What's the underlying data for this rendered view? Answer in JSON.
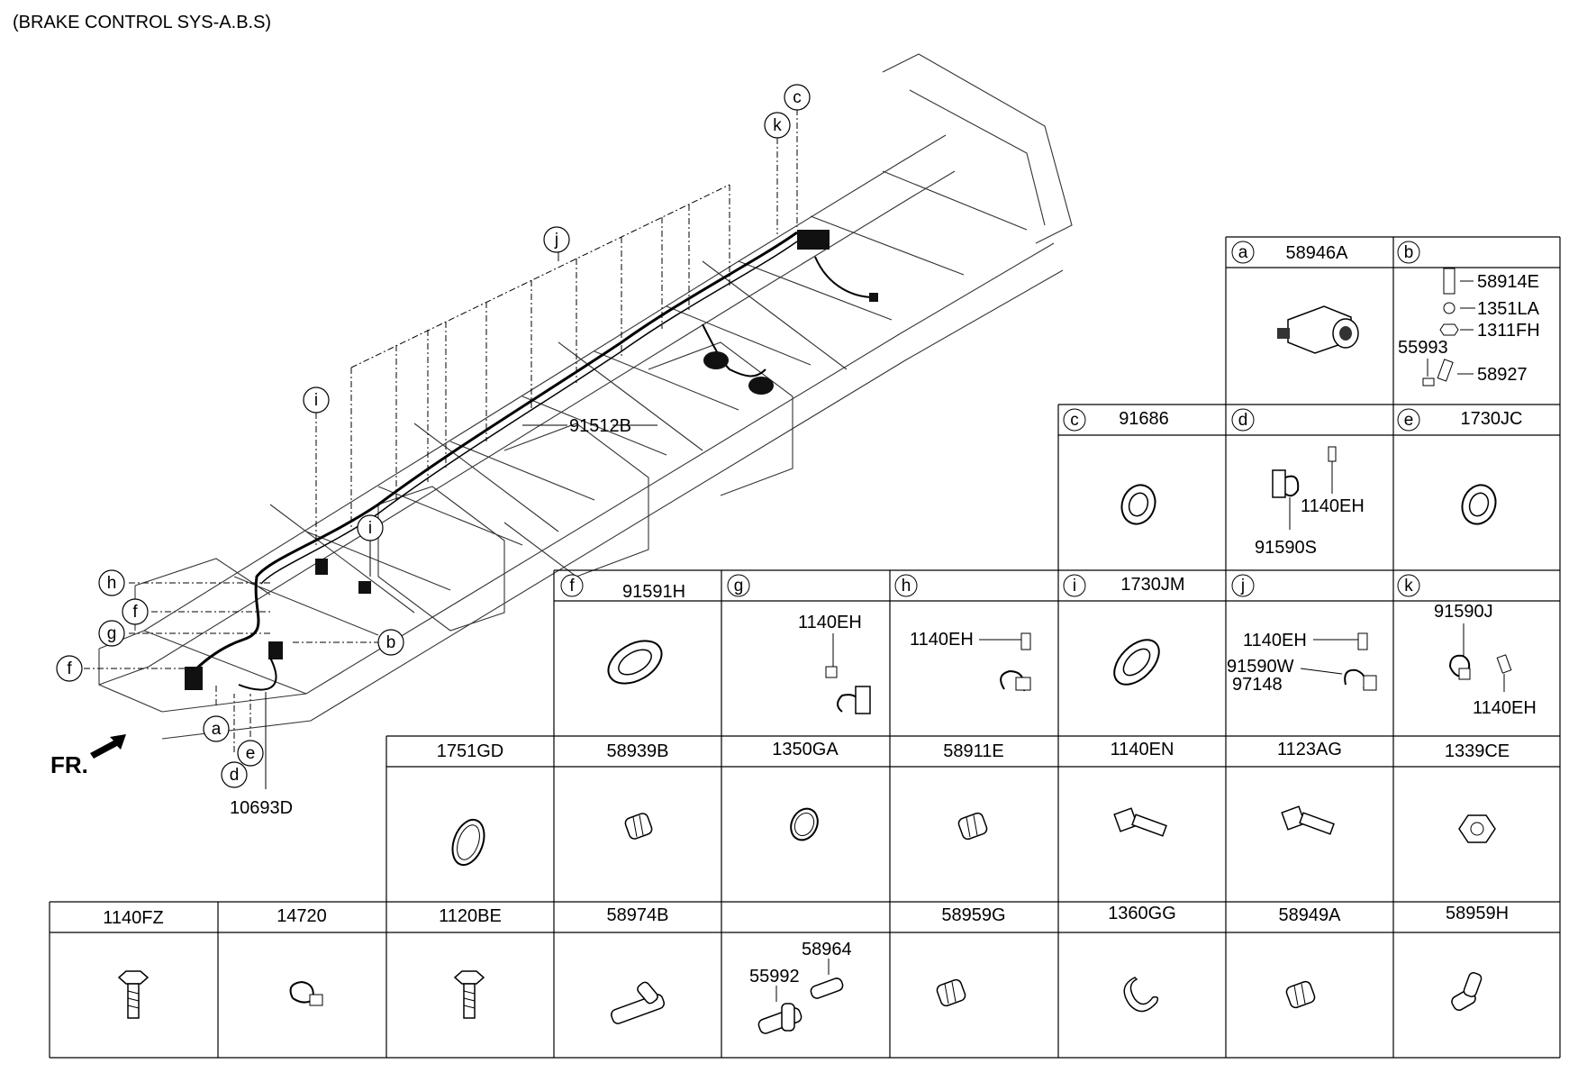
{
  "title": "(BRAKE CONTROL SYS-A.B.S)",
  "direction_label": "FR.",
  "main_labels": {
    "harness": "91512B",
    "sensor_cable": "10693D"
  },
  "callouts": [
    "a",
    "b",
    "c",
    "d",
    "e",
    "f",
    "g",
    "h",
    "i",
    "j",
    "k"
  ],
  "panels": {
    "a": {
      "letter": "a",
      "part": "58946A"
    },
    "b": {
      "letter": "b",
      "parts": [
        "58914E",
        "1351LA",
        "1311FH",
        "55993",
        "58927"
      ]
    },
    "c": {
      "letter": "c",
      "part": "91686"
    },
    "d": {
      "letter": "d",
      "parts": [
        "1140EH",
        "91590S"
      ]
    },
    "e": {
      "letter": "e",
      "part": "1730JC"
    },
    "f": {
      "letter": "f",
      "part": "91591H"
    },
    "g": {
      "letter": "g",
      "parts": [
        "1140EH"
      ]
    },
    "h": {
      "letter": "h",
      "parts": [
        "1140EH"
      ]
    },
    "i": {
      "letter": "i",
      "part": "1730JM"
    },
    "j": {
      "letter": "j",
      "parts": [
        "1140EH",
        "91590W",
        "97148"
      ]
    },
    "k": {
      "letter": "k",
      "parts": [
        "91590J",
        "1140EH"
      ]
    }
  },
  "row3": [
    "1751GD",
    "58939B",
    "1350GA",
    "58911E",
    "1140EN",
    "1123AG",
    "1339CE"
  ],
  "row4": [
    "1140FZ",
    "14720",
    "1120BE",
    "58974B",
    "",
    "58959G",
    "1360GG",
    "58949A",
    "58959H"
  ],
  "row4_extra": [
    "58964",
    "55992"
  ]
}
